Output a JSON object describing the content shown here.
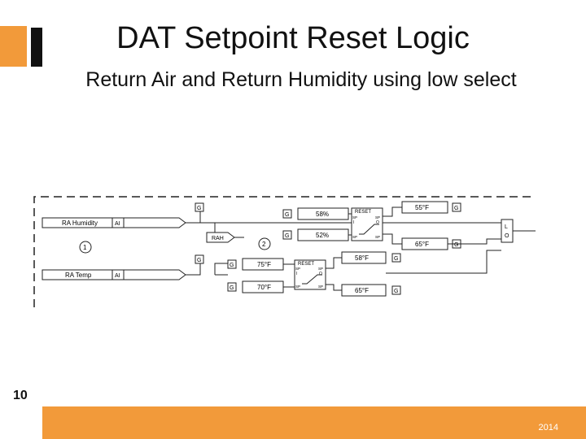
{
  "slide": {
    "title": "DAT Setpoint Reset Logic",
    "subtitle": "Return Air and Return Humidity using low select",
    "page_number": "10",
    "footer_year": "2014",
    "colors": {
      "accent": "#f29a3a",
      "bar": "#111111"
    }
  },
  "diagram": {
    "inputs": {
      "ra_humidity": "RA Humidity",
      "ra_temp": "RA Temp",
      "ai": "AI",
      "rah": "RAH"
    },
    "circle_labels": {
      "one": "1",
      "two": "2"
    },
    "g": "G",
    "reset_label": "RESET",
    "sp": "SP",
    "io_i": "I",
    "io_o": "O",
    "values": {
      "hum_high": "58%",
      "hum_low": "52%",
      "hum_out_high": "55°F",
      "hum_out_low": "65°F",
      "temp_high": "75°F",
      "temp_low": "70°F",
      "temp_out_high": "58°F",
      "temp_out_low": "65°F"
    },
    "low_select": {
      "l": "L",
      "o": "O"
    }
  }
}
